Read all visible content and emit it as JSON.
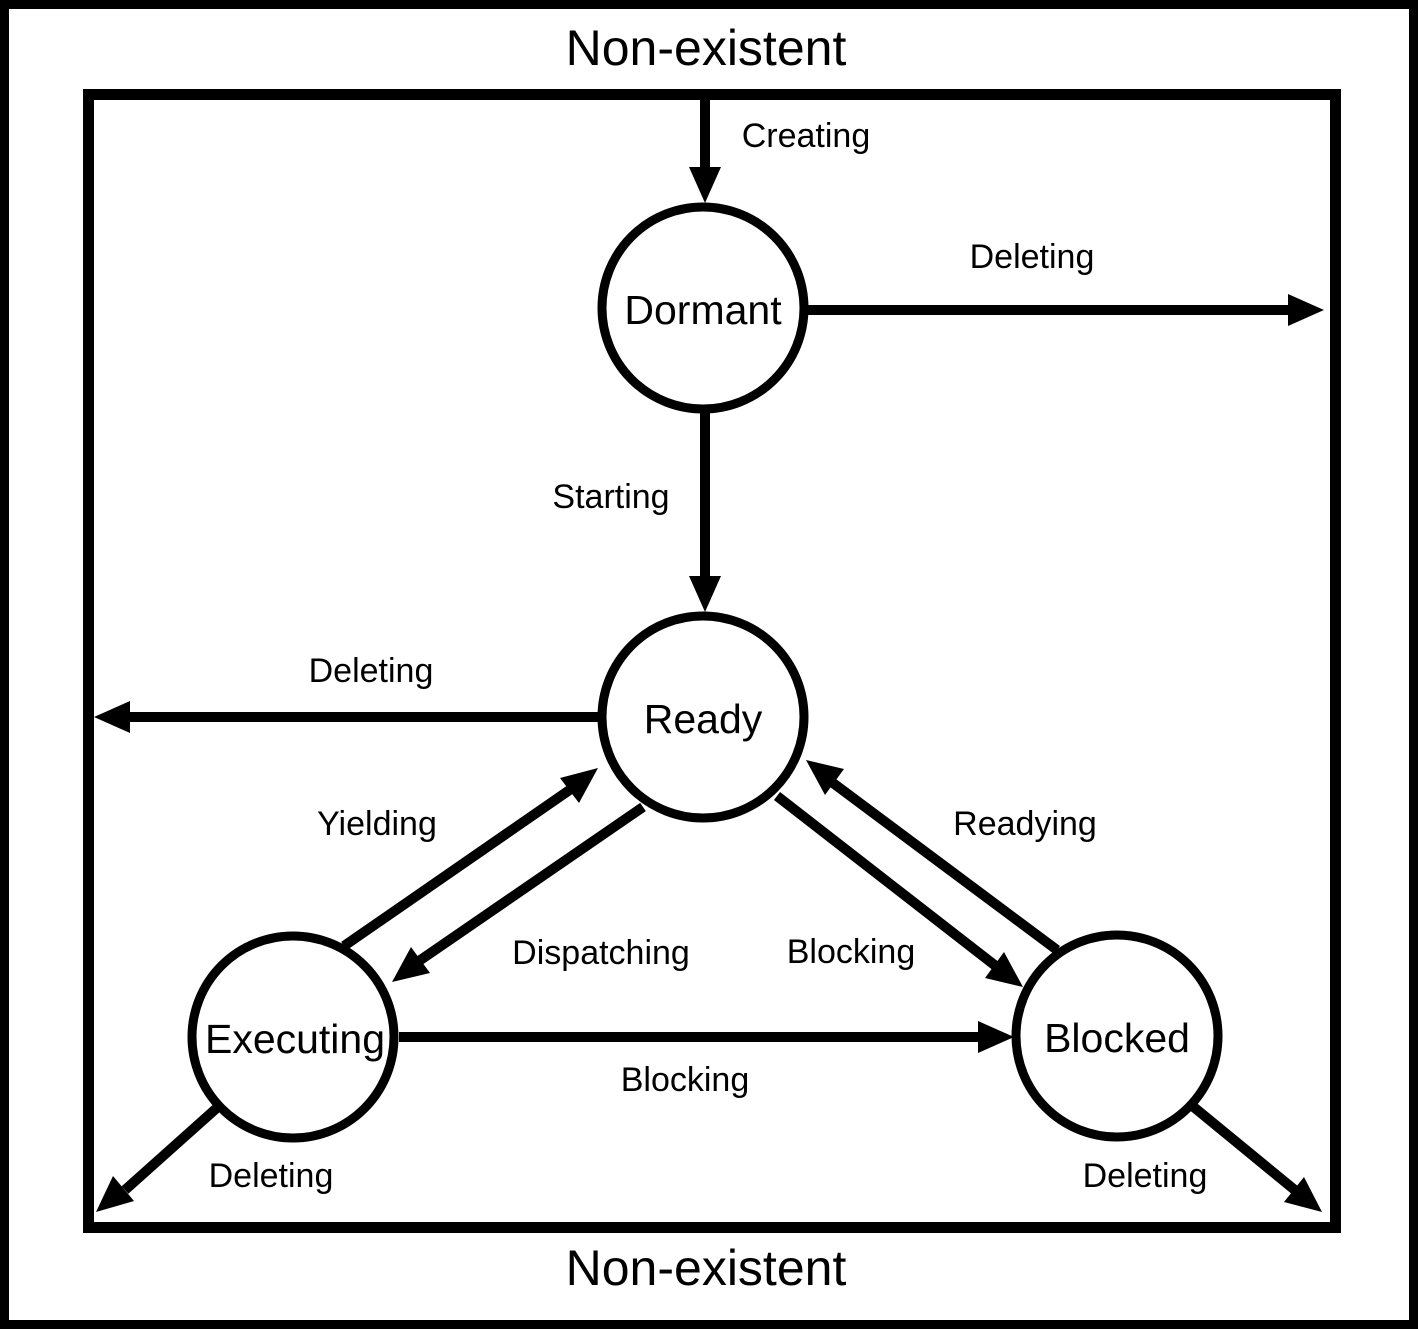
{
  "diagram": {
    "top_region_label": "Non-existent",
    "bottom_region_label": "Non-existent",
    "states": {
      "dormant": "Dormant",
      "ready": "Ready",
      "executing": "Executing",
      "blocked": "Blocked"
    },
    "transitions": {
      "creating": "Creating",
      "deleting_from_dormant": "Deleting",
      "starting": "Starting",
      "deleting_from_ready": "Deleting",
      "yielding": "Yielding",
      "dispatching": "Dispatching",
      "readying": "Readying",
      "blocking_diagonal": "Blocking",
      "blocking_horizontal": "Blocking",
      "deleting_from_executing": "Deleting",
      "deleting_from_blocked": "Deleting"
    },
    "colors": {
      "line": "#000000",
      "background": "#ffffff"
    }
  }
}
